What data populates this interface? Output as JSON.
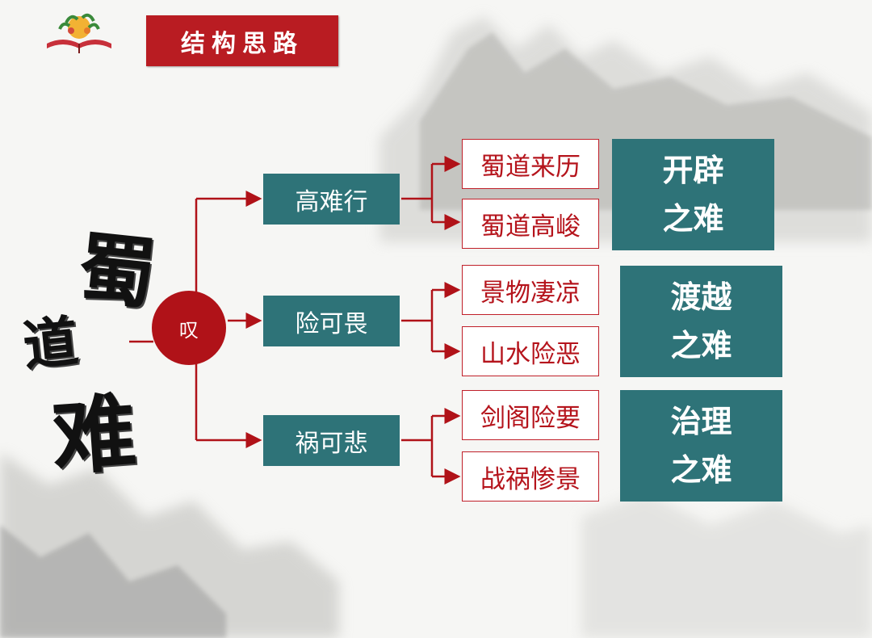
{
  "header": {
    "title": "结构思路"
  },
  "side_title": [
    "蜀",
    "道",
    "难"
  ],
  "root": {
    "label": "叹"
  },
  "branches": [
    {
      "label": "高难行",
      "children": [
        "蜀道来历",
        "蜀道高峻"
      ],
      "summary": [
        "开辟",
        "之难"
      ]
    },
    {
      "label": "险可畏",
      "children": [
        "景物凄凉",
        "山水险恶"
      ],
      "summary": [
        "渡越",
        "之难"
      ]
    },
    {
      "label": "祸可悲",
      "children": [
        "剑阁险要",
        "战祸惨景"
      ],
      "summary": [
        "治理",
        "之难"
      ]
    }
  ],
  "colors": {
    "accent_red": "#b01218",
    "teal": "#2e7378",
    "leaf_text": "#b5141c"
  }
}
